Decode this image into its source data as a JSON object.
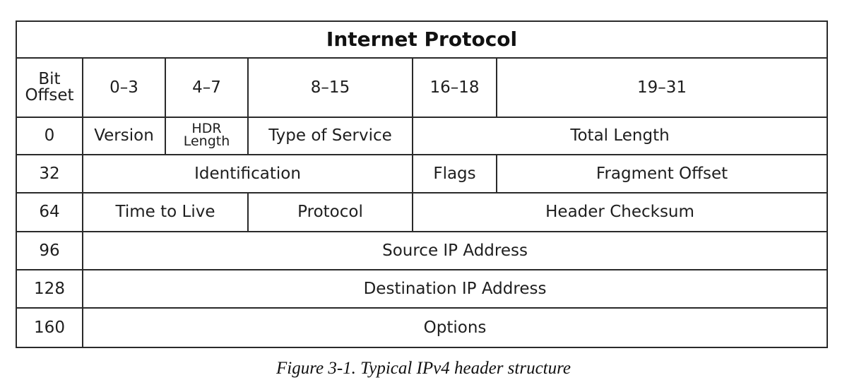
{
  "title": "Internet Protocol",
  "header": {
    "bit_offset": [
      "Bit",
      "Offset"
    ],
    "ranges": [
      "0–3",
      "4–7",
      "8–15",
      "16–18",
      "19–31"
    ]
  },
  "rows": [
    {
      "offset": "0",
      "fields": {
        "version": "Version",
        "hdr_length": [
          "HDR",
          "Length"
        ],
        "type_of_service": "Type of Service",
        "total_length": "Total Length"
      }
    },
    {
      "offset": "32",
      "fields": {
        "identification": "Identification",
        "flags": "Flags",
        "fragment_offset": "Fragment Offset"
      }
    },
    {
      "offset": "64",
      "fields": {
        "time_to_live": "Time to Live",
        "protocol": "Protocol",
        "header_checksum": "Header Checksum"
      }
    },
    {
      "offset": "96",
      "fields": {
        "source_ip": "Source IP Address"
      }
    },
    {
      "offset": "128",
      "fields": {
        "destination_ip": "Destination IP Address"
      }
    },
    {
      "offset": "160",
      "fields": {
        "options": "Options"
      }
    }
  ],
  "caption": "Figure 3-1. Typical IPv4 header structure"
}
